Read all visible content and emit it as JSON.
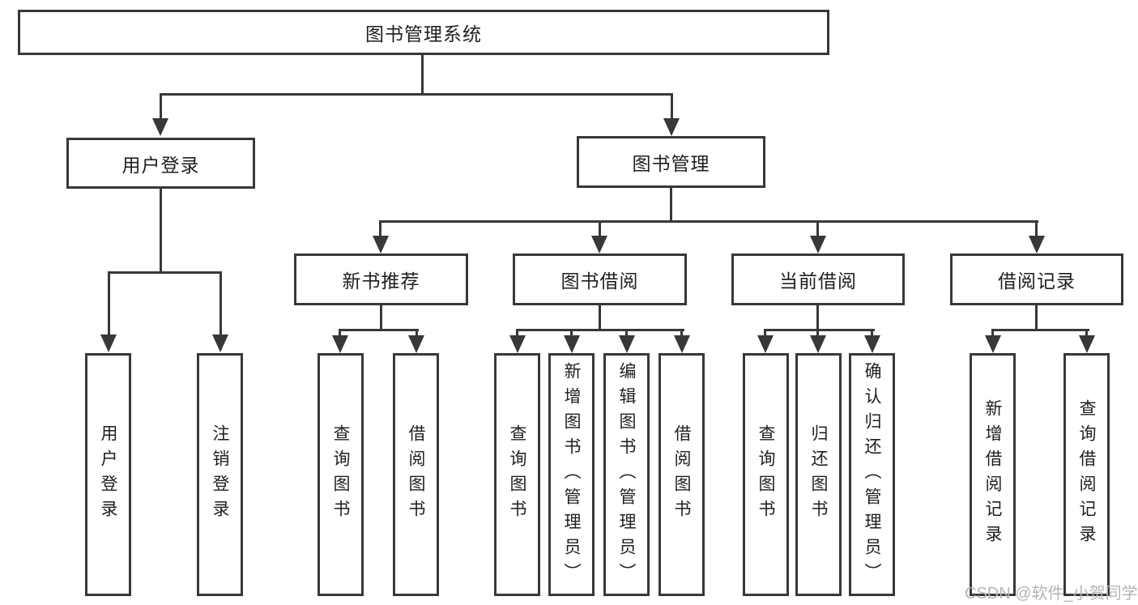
{
  "diagram_title": "图书管理系统",
  "tree": {
    "label": "图书管理系统",
    "children": [
      {
        "label": "用户登录",
        "children": [
          {
            "label": "用户登录"
          },
          {
            "label": "注销登录"
          }
        ]
      },
      {
        "label": "图书管理",
        "children": [
          {
            "label": "新书推荐",
            "children": [
              {
                "label": "查询图书"
              },
              {
                "label": "借阅图书"
              }
            ]
          },
          {
            "label": "图书借阅",
            "children": [
              {
                "label": "查询图书"
              },
              {
                "label": "新增图书（管理员）"
              },
              {
                "label": "编辑图书（管理员）"
              },
              {
                "label": "借阅图书"
              }
            ]
          },
          {
            "label": "当前借阅",
            "children": [
              {
                "label": "查询图书"
              },
              {
                "label": "归还图书"
              },
              {
                "label": "确认归还（管理员）"
              }
            ]
          },
          {
            "label": "借阅记录",
            "children": [
              {
                "label": "新增借阅记录"
              },
              {
                "label": "查询借阅记录"
              }
            ]
          }
        ]
      }
    ]
  },
  "watermark": "CSDN @软件_小贺同学",
  "colors": {
    "line": "#383838",
    "text": "#1f1f1f",
    "background": "#ffffff",
    "watermark": "#b4b4b4"
  }
}
